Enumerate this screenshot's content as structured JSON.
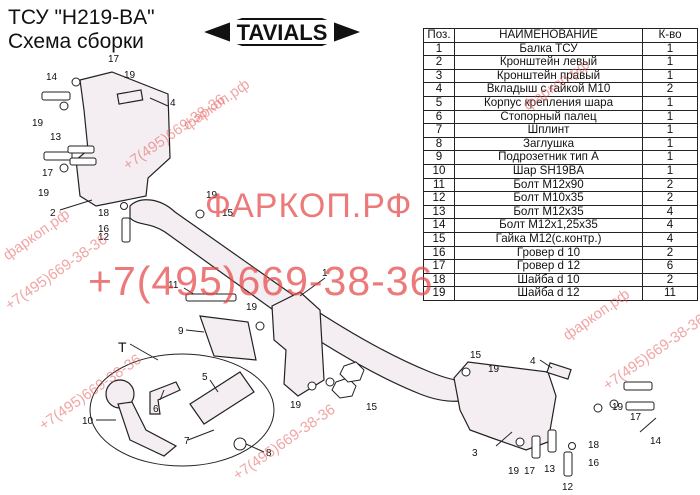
{
  "header": {
    "title_line1": "ТСУ  \"H219-BA\"",
    "title_line2": "Схема сборки",
    "logo_text": "TAVIALS"
  },
  "table": {
    "headers": [
      "Поз.",
      "НАИМЕНОВАНИЕ",
      "К-во"
    ],
    "rows": [
      [
        "1",
        "Балка ТСУ",
        "1"
      ],
      [
        "2",
        "Кронштейн левый",
        "1"
      ],
      [
        "3",
        "Кронштейн правый",
        "1"
      ],
      [
        "4",
        "Вкладыш с гайкой М10",
        "2"
      ],
      [
        "5",
        "Корпус крепления шара",
        "1"
      ],
      [
        "6",
        "Стопорный палец",
        "1"
      ],
      [
        "7",
        "Шплинт",
        "1"
      ],
      [
        "8",
        "Заглушка",
        "1"
      ],
      [
        "9",
        "Подрозетник тип А",
        "1"
      ],
      [
        "10",
        "Шар SH19BA",
        "1"
      ],
      [
        "11",
        "Болт М12х90",
        "2"
      ],
      [
        "12",
        "Болт М10х35",
        "2"
      ],
      [
        "13",
        "Болт М12х35",
        "4"
      ],
      [
        "14",
        "Болт М12х1,25х35",
        "4"
      ],
      [
        "15",
        "Гайка М12(с.контр.)",
        "4"
      ],
      [
        "16",
        "Гровер d 10",
        "2"
      ],
      [
        "17",
        "Гровер d 12",
        "6"
      ],
      [
        "18",
        "Шайба d 10",
        "2"
      ],
      [
        "19",
        "Шайба d 12",
        "11"
      ]
    ]
  },
  "watermarks": {
    "site": "ФАРКОП.РФ",
    "phone": "+7(495)669-38-36",
    "site_small": "фаркоп.рф",
    "phone_small": "+7(495)669-38-36"
  },
  "callouts": {
    "t_group": "T",
    "labels": [
      "1",
      "2",
      "3",
      "4",
      "4",
      "5",
      "6",
      "7",
      "8",
      "9",
      "10",
      "11",
      "12",
      "12",
      "13",
      "13",
      "14",
      "14",
      "15",
      "15",
      "15",
      "16",
      "16",
      "17",
      "17",
      "17",
      "17",
      "18",
      "18",
      "19",
      "19",
      "19",
      "19",
      "19",
      "19",
      "19",
      "19",
      "19"
    ]
  },
  "colors": {
    "part_fill": "#f4eef2",
    "outline": "#222222",
    "watermark": "#e8545a"
  }
}
